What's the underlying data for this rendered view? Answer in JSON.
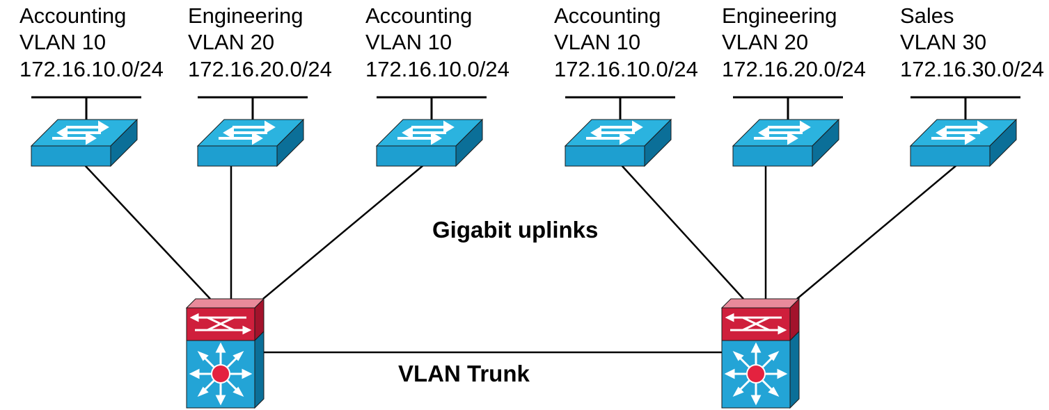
{
  "colors": {
    "switch_top": "#2bb3df",
    "switch_front": "#1e9fd0",
    "switch_side": "#0b6f98",
    "router_red_top": "#e98a9b",
    "router_red_front": "#cf1f3c",
    "router_red_side": "#a3132c",
    "router_blue_front": "#23a4d6",
    "router_blue_side": "#0b6f98",
    "router_center": "#e4223f"
  },
  "icons": {
    "access_switch": "workgroup-switch-icon",
    "distribution_switch": "multilayer-switch-icon"
  },
  "segments": [
    {
      "dept": "Accounting",
      "vlan": "VLAN 10",
      "subnet": "172.16.10.0/24"
    },
    {
      "dept": "Engineering",
      "vlan": "VLAN 20",
      "subnet": "172.16.20.0/24"
    },
    {
      "dept": "Accounting",
      "vlan": "VLAN 10",
      "subnet": "172.16.10.0/24"
    },
    {
      "dept": "Accounting",
      "vlan": "VLAN 10",
      "subnet": "172.16.10.0/24"
    },
    {
      "dept": "Engineering",
      "vlan": "VLAN 20",
      "subnet": "172.16.20.0/24"
    },
    {
      "dept": "Sales",
      "vlan": "VLAN 30",
      "subnet": "172.16.30.0/24"
    }
  ],
  "labels": {
    "uplinks": "Gigabit uplinks",
    "trunk": "VLAN Trunk"
  }
}
